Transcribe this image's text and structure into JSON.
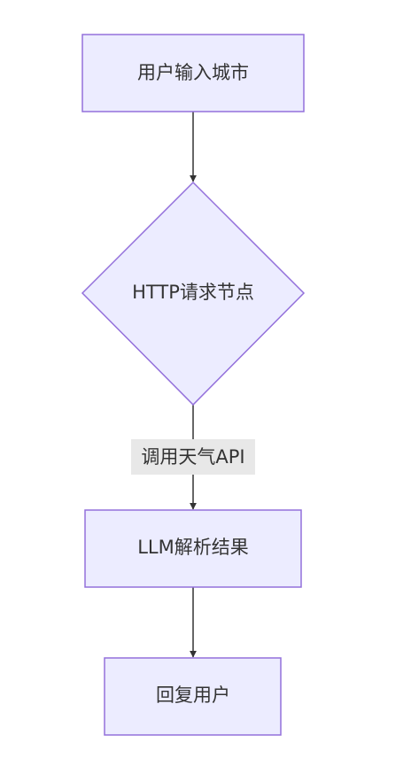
{
  "diagram": {
    "nodes": {
      "input_city": "用户输入城市",
      "http_request": "HTTP请求节点",
      "llm_parse": "LLM解析结果",
      "reply_user": "回复用户"
    },
    "edges": {
      "call_weather_api": "调用天气API"
    },
    "colors": {
      "node_fill": "#ECECFF",
      "node_stroke": "#9370DB",
      "edge_stroke": "#333333",
      "edge_label_bg": "#E8E8E8",
      "text": "#333333"
    }
  }
}
